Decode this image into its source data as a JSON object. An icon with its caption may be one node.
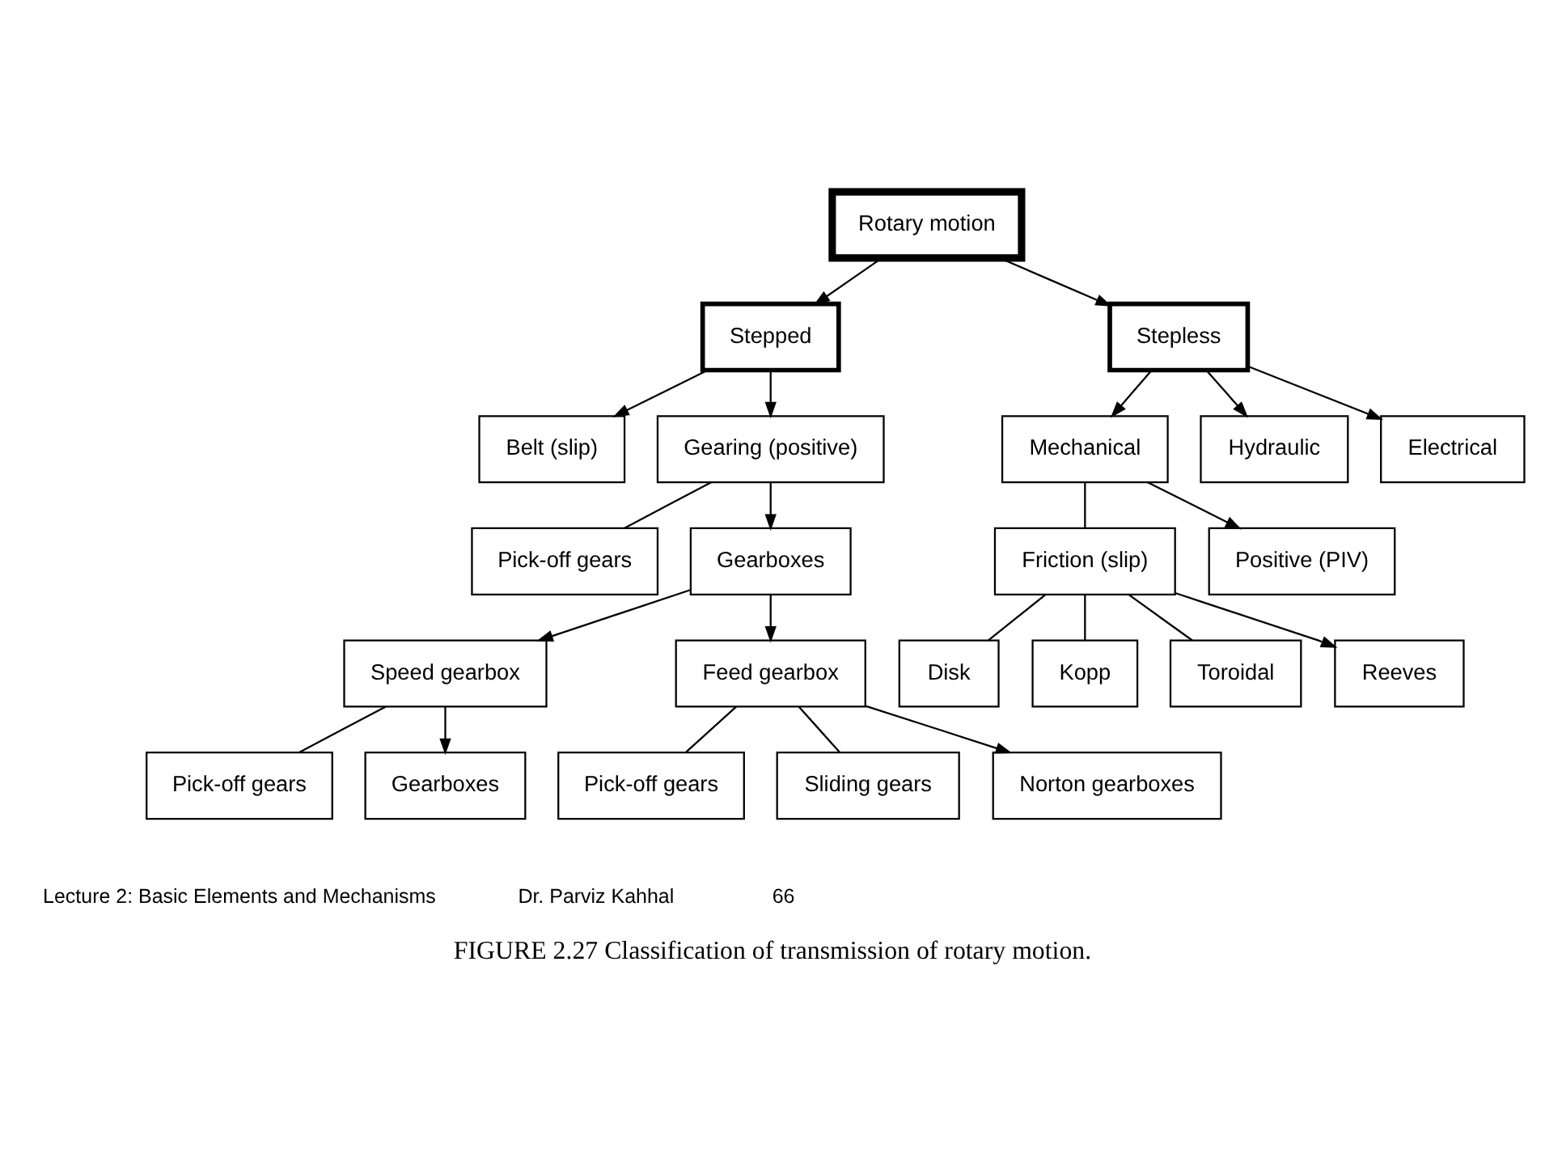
{
  "diagram": {
    "caption": "FIGURE 2.27 Classification of transmission of rotary motion.",
    "nodes": [
      {
        "text": [
          "Rotary motion"
        ]
      },
      {
        "text": [
          "Stepped"
        ]
      },
      {
        "text": [
          "Stepless"
        ]
      },
      {
        "text": [
          "Belt (slip)"
        ]
      },
      {
        "text": [
          "Gearing (positive)"
        ]
      },
      {
        "text": [
          "Mechanical"
        ]
      },
      {
        "text": [
          "Hydraulic"
        ]
      },
      {
        "text": [
          "Electrical"
        ]
      },
      {
        "text": [
          "Pick-off gears"
        ]
      },
      {
        "text": [
          "Gearboxes"
        ]
      },
      {
        "text": [
          "Friction (slip)"
        ]
      },
      {
        "text": [
          "Positive (PIV)"
        ]
      },
      {
        "text": [
          "Disk"
        ]
      },
      {
        "text": [
          "Kopp"
        ]
      },
      {
        "text": [
          "Toroidal"
        ]
      },
      {
        "text": [
          "Reeves"
        ]
      },
      {
        "text": [
          "Speed gearbox"
        ]
      },
      {
        "text": [
          "Feed gearbox"
        ]
      },
      {
        "text": [
          "Pick-off gears"
        ]
      },
      {
        "text": [
          "Gearboxes"
        ]
      },
      {
        "text": [
          "Pick-off gears"
        ]
      },
      {
        "text": [
          "Sliding gears"
        ]
      },
      {
        "text": [
          "Norton gearboxes"
        ]
      }
    ],
    "edges": [
      {
        "from": 0,
        "to": 1,
        "arrow": "to"
      },
      {
        "from": 0,
        "to": 2,
        "arrow": "to"
      },
      {
        "from": 1,
        "to": 3,
        "arrow": "to"
      },
      {
        "from": 1,
        "to": 4,
        "arrow": "to"
      },
      {
        "from": 2,
        "to": 5,
        "arrow": "to"
      },
      {
        "from": 2,
        "to": 6,
        "arrow": "to"
      },
      {
        "from": 2,
        "to": 7,
        "arrow": "to"
      },
      {
        "from": 4,
        "to": 8,
        "arrow": "none"
      },
      {
        "from": 4,
        "to": 9,
        "arrow": "to"
      },
      {
        "from": 5,
        "to": 10,
        "arrow": "none"
      },
      {
        "from": 5,
        "to": 11,
        "arrow": "to"
      },
      {
        "from": 10,
        "to": 12,
        "arrow": "none"
      },
      {
        "from": 10,
        "to": 13,
        "arrow": "none"
      },
      {
        "from": 10,
        "to": 14,
        "arrow": "none"
      },
      {
        "from": 10,
        "to": 15,
        "arrow": "to"
      },
      {
        "from": 9,
        "to": 16,
        "arrow": "to"
      },
      {
        "from": 9,
        "to": 17,
        "arrow": "to"
      },
      {
        "from": 16,
        "to": 18,
        "arrow": "none"
      },
      {
        "from": 16,
        "to": 19,
        "arrow": "to"
      },
      {
        "from": 17,
        "to": 20,
        "arrow": "none"
      },
      {
        "from": 17,
        "to": 21,
        "arrow": "none"
      },
      {
        "from": 17,
        "to": 22,
        "arrow": "to"
      }
    ],
    "labels": [
      "Lecture 2: Basic Elements and Mechanisms",
      "Dr. Parviz Kahhal",
      "66"
    ]
  }
}
